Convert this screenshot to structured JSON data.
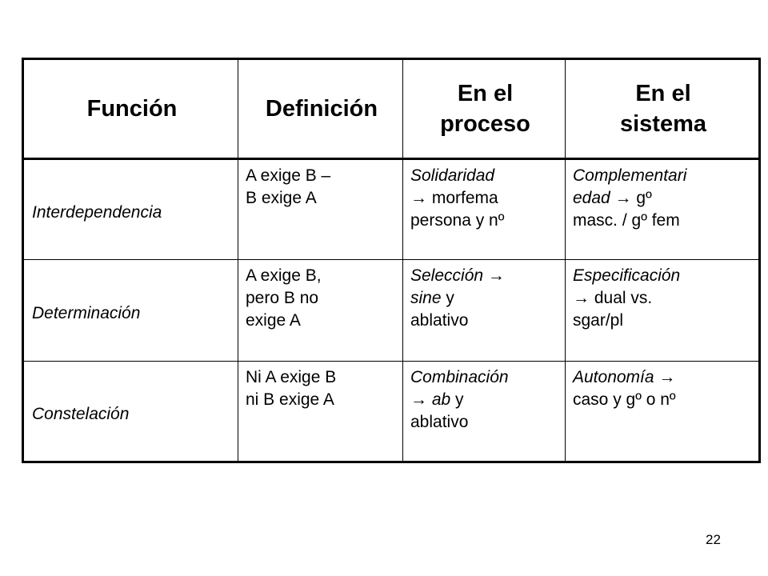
{
  "table": {
    "headers": [
      "Función",
      "Definición",
      "En el\nproceso",
      "En el\nsistema"
    ],
    "rows": [
      {
        "funcion": "Interdependencia",
        "definicion": "A exige B –\nB exige A",
        "proceso": [
          {
            "text": "Solidaridad\n",
            "italic": true
          },
          {
            "text": "→ morfema\npersona y nº",
            "italic": false
          }
        ],
        "sistema": [
          {
            "text": "Complementari\nedad",
            "italic": true
          },
          {
            "text": " → gº\nmasc. / gº fem",
            "italic": false
          }
        ]
      },
      {
        "funcion": "Determinación",
        "definicion": "A exige B,\npero B no\nexige A",
        "proceso": [
          {
            "text": "Selección → \nsine",
            "italic": true
          },
          {
            "text": " y\nablativo",
            "italic": false
          }
        ],
        "sistema": [
          {
            "text": "Especificación\n",
            "italic": true
          },
          {
            "text": "→ dual vs.\nsgar/pl",
            "italic": false
          }
        ]
      },
      {
        "funcion": "Constelación",
        "definicion": "Ni A exige B\nni B exige A",
        "proceso": [
          {
            "text": "Combinación\n",
            "italic": true
          },
          {
            "text": "→ ",
            "italic": false
          },
          {
            "text": "ab",
            "italic": true
          },
          {
            "text": " y\nablativo",
            "italic": false
          }
        ],
        "sistema": [
          {
            "text": "Autonomía",
            "italic": true
          },
          {
            "text": " → \ncaso y gº o nº",
            "italic": false
          }
        ]
      }
    ]
  },
  "page_number": "22"
}
